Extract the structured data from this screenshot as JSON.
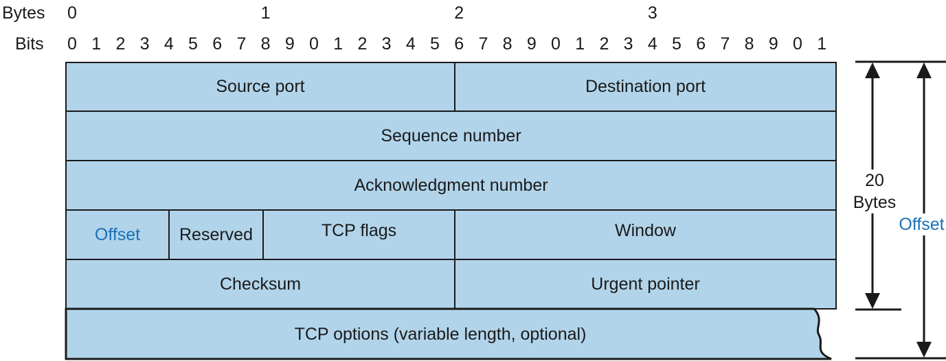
{
  "header": {
    "bytes_label": "Bytes",
    "bits_label": "Bits"
  },
  "byte_markers": [
    "0",
    "1",
    "2",
    "3"
  ],
  "bit_numbers": [
    "0",
    "1",
    "2",
    "3",
    "4",
    "5",
    "6",
    "7",
    "8",
    "9",
    "0",
    "1",
    "2",
    "3",
    "4",
    "5",
    "6",
    "7",
    "8",
    "9",
    "0",
    "1",
    "2",
    "3",
    "4",
    "5",
    "6",
    "7",
    "8",
    "9",
    "0",
    "1"
  ],
  "rows": {
    "r1": {
      "left": "Source port",
      "right": "Destination port"
    },
    "r2": {
      "full": "Sequence number"
    },
    "r3": {
      "full": "Acknowledgment number"
    },
    "r4": {
      "offset": "Offset",
      "reserved": "Reserved",
      "flags": "TCP flags",
      "window": "Window"
    },
    "r5": {
      "left": "Checksum",
      "right": "Urgent pointer"
    },
    "r6": {
      "full": "TCP options (variable length, optional)"
    }
  },
  "side": {
    "header_size_number": "20",
    "header_size_unit": "Bytes",
    "offset_label": "Offset"
  },
  "colors": {
    "field_fill": "#b1d4ea",
    "accent": "#1a70b8",
    "line": "#1a1a1a"
  }
}
